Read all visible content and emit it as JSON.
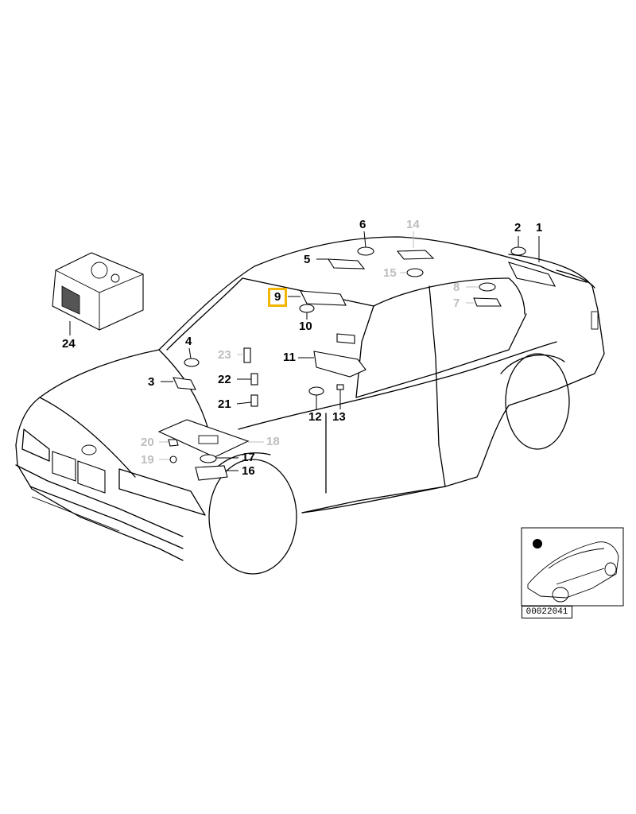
{
  "callouts": [
    {
      "label": "1",
      "state": "normal"
    },
    {
      "label": "2",
      "state": "normal"
    },
    {
      "label": "3",
      "state": "normal"
    },
    {
      "label": "4",
      "state": "normal"
    },
    {
      "label": "5",
      "state": "normal"
    },
    {
      "label": "6",
      "state": "normal"
    },
    {
      "label": "7",
      "state": "grey"
    },
    {
      "label": "8",
      "state": "grey"
    },
    {
      "label": "9",
      "state": "highlighted"
    },
    {
      "label": "10",
      "state": "normal"
    },
    {
      "label": "11",
      "state": "normal"
    },
    {
      "label": "12",
      "state": "normal"
    },
    {
      "label": "13",
      "state": "normal"
    },
    {
      "label": "14",
      "state": "grey"
    },
    {
      "label": "15",
      "state": "grey"
    },
    {
      "label": "16",
      "state": "normal"
    },
    {
      "label": "17",
      "state": "normal"
    },
    {
      "label": "18",
      "state": "grey"
    },
    {
      "label": "19",
      "state": "grey"
    },
    {
      "label": "20",
      "state": "grey"
    },
    {
      "label": "21",
      "state": "normal"
    },
    {
      "label": "22",
      "state": "normal"
    },
    {
      "label": "23",
      "state": "grey"
    },
    {
      "label": "24",
      "state": "normal"
    }
  ],
  "reference_number": "00022041",
  "colors": {
    "highlight": "#f2b600",
    "grey_label": "#bdbdbd",
    "line": "#000000"
  }
}
